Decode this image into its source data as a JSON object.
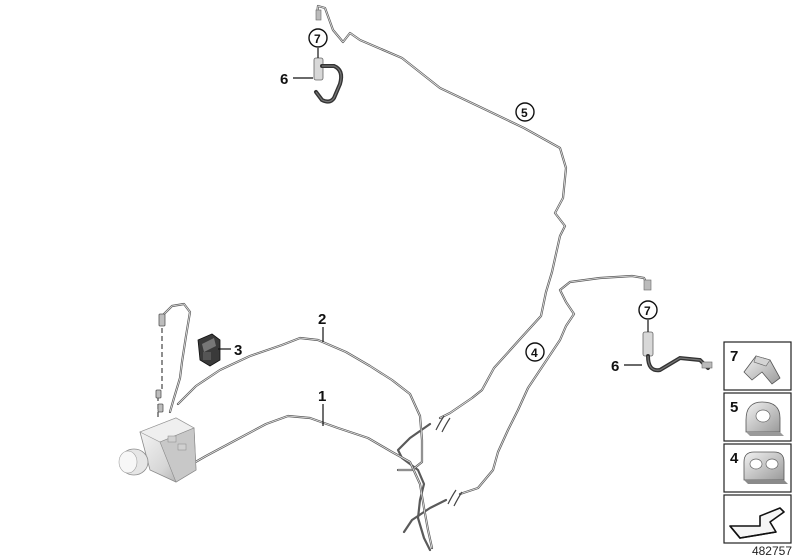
{
  "diagram": {
    "callouts": [
      {
        "id": "callout-1",
        "text": "1"
      },
      {
        "id": "callout-2",
        "text": "2"
      },
      {
        "id": "callout-3",
        "text": "3"
      },
      {
        "id": "callout-4",
        "text": "4"
      },
      {
        "id": "callout-5",
        "text": "5"
      },
      {
        "id": "callout-6a",
        "text": "6"
      },
      {
        "id": "callout-6b",
        "text": "6"
      },
      {
        "id": "callout-7a",
        "text": "7"
      },
      {
        "id": "callout-7b",
        "text": "7"
      }
    ],
    "legend": [
      {
        "number": "7",
        "part": "pipe-clip"
      },
      {
        "number": "5",
        "part": "single-pipe-holder"
      },
      {
        "number": "4",
        "part": "double-pipe-holder"
      }
    ],
    "direction_icon": "front-arrow-icon",
    "reference_number": "482757"
  }
}
